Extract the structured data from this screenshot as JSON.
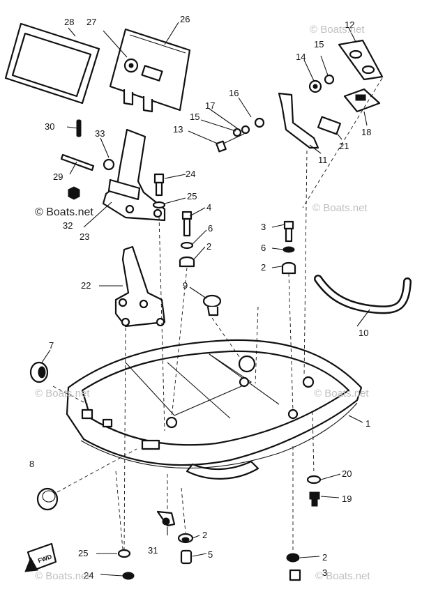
{
  "watermarks": {
    "top_right": "© Boats.net",
    "mid_left": "© Boats.net",
    "mid_right": "© Boats.net",
    "lower_left": "© Boats.net",
    "lower_right": "© Boats.net",
    "bottom_left": "© Boats.net",
    "bottom_right": "© Boats.net"
  },
  "callouts": {
    "c28": "28",
    "c27": "27",
    "c26": "26",
    "c12": "12",
    "c15a": "15",
    "c14": "14",
    "c16": "16",
    "c17": "17",
    "c15b": "15",
    "c13": "13",
    "c11": "11",
    "c21": "21",
    "c18": "18",
    "c30": "30",
    "c33": "33",
    "c29": "29",
    "c24a": "24",
    "c25a": "25",
    "c32": "32",
    "c23": "23",
    "c4": "4",
    "c6a": "6",
    "c2a": "2",
    "c3": "3",
    "c6b": "6",
    "c2b": "2",
    "c22": "22",
    "c9": "9",
    "c10": "10",
    "c7": "7",
    "c1": "1",
    "c8": "8",
    "c20": "20",
    "c19": "19",
    "c2c": "2",
    "c5": "5",
    "c31": "31",
    "c25b": "25",
    "c24b": "24",
    "c2d": "2",
    "c3b": "3"
  },
  "fwd_label": "FWD",
  "colors": {
    "ink": "#111111",
    "watermark": "#bfbfbf",
    "background": "#ffffff"
  }
}
